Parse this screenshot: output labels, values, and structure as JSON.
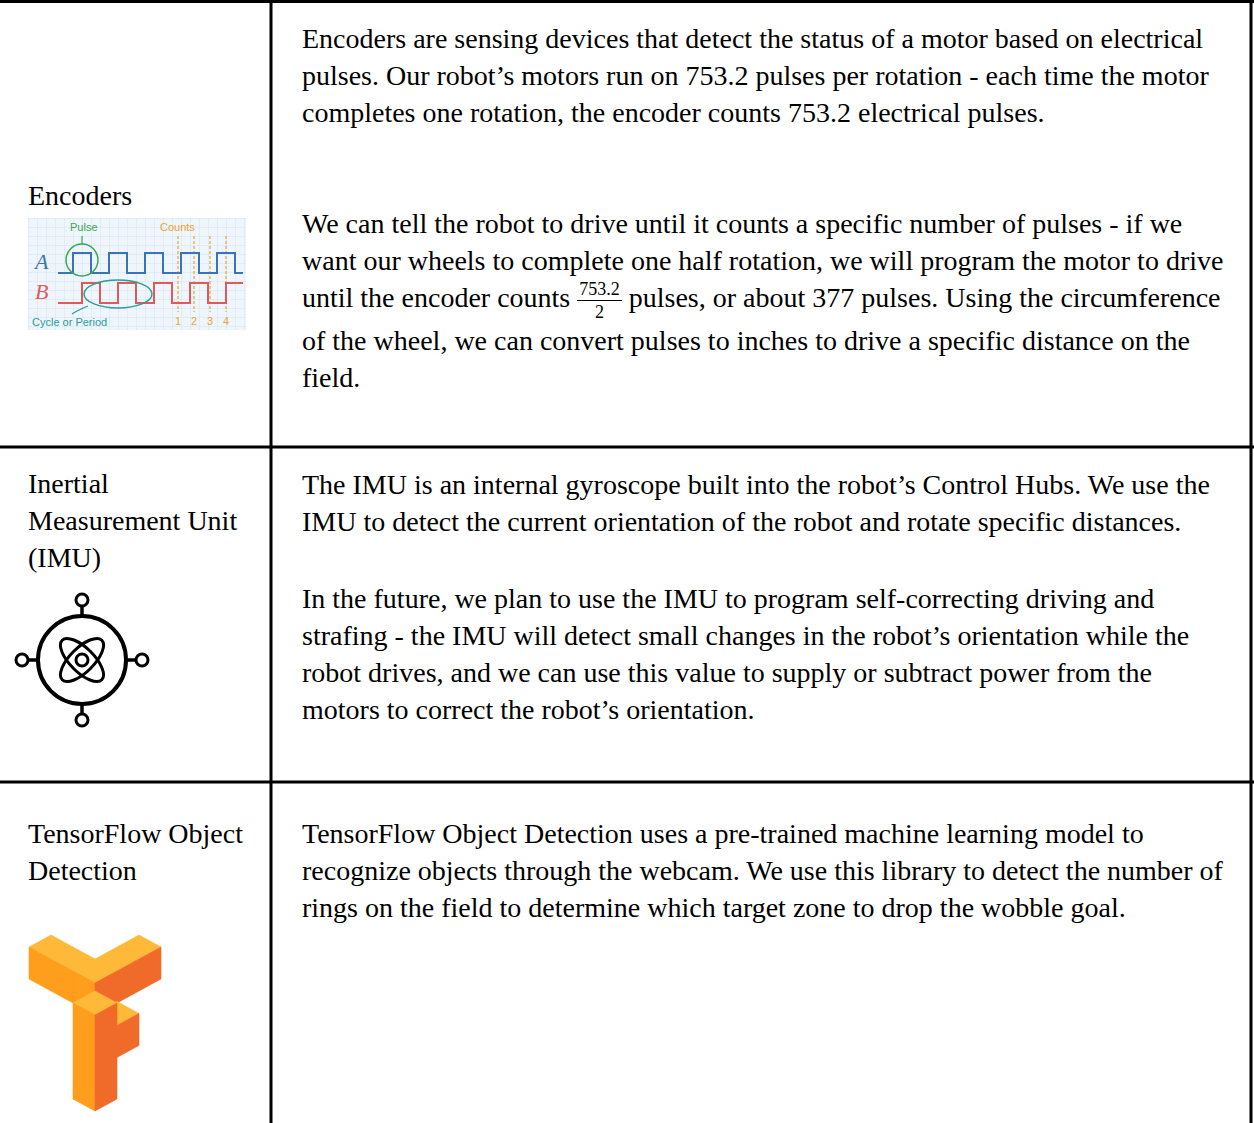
{
  "diagram": {
    "labels": [
      "Encoders",
      "Encoders are sensing devices that detect the status of a motor based on electrical pulses. Our robot’s motors run on 753.2 pulses per rotation - each time the motor completes one rotation, the encoder counts 753.2 electrical pulses.",
      "We can tell the robot to drive until it counts a specific number of pulses - if we want our wheels to complete one half rotation, we will program the motor to drive until the encoder counts",
      "753.2",
      "2",
      "pulses, or about 377 pulses. Using the circumference of the wheel, we can convert pulses to inches to drive a specific distance on the field.",
      "Pulse",
      "Counts",
      "A",
      "B",
      "Cycle or Period",
      "1",
      "2",
      "3",
      "4",
      "Inertial Measurement Unit (IMU)",
      "The IMU is an internal gyroscope built into the robot’s Control Hubs. We use the IMU to detect the current orientation of the robot and rotate specific distances.",
      "In the future, we plan to use the IMU to program self-correcting driving and strafing - the IMU will detect small changes in the robot’s orientation while the robot drives, and we can use this value to supply or subtract power from the motors to correct the robot’s orientation.",
      "TensorFlow Object Detection",
      "TensorFlow Object Detection uses a pre-trained machine learning model to recognize objects through the webcam. We use this library to detect the number of rings on the field to determine which target zone to drop the wobble goal."
    ]
  }
}
